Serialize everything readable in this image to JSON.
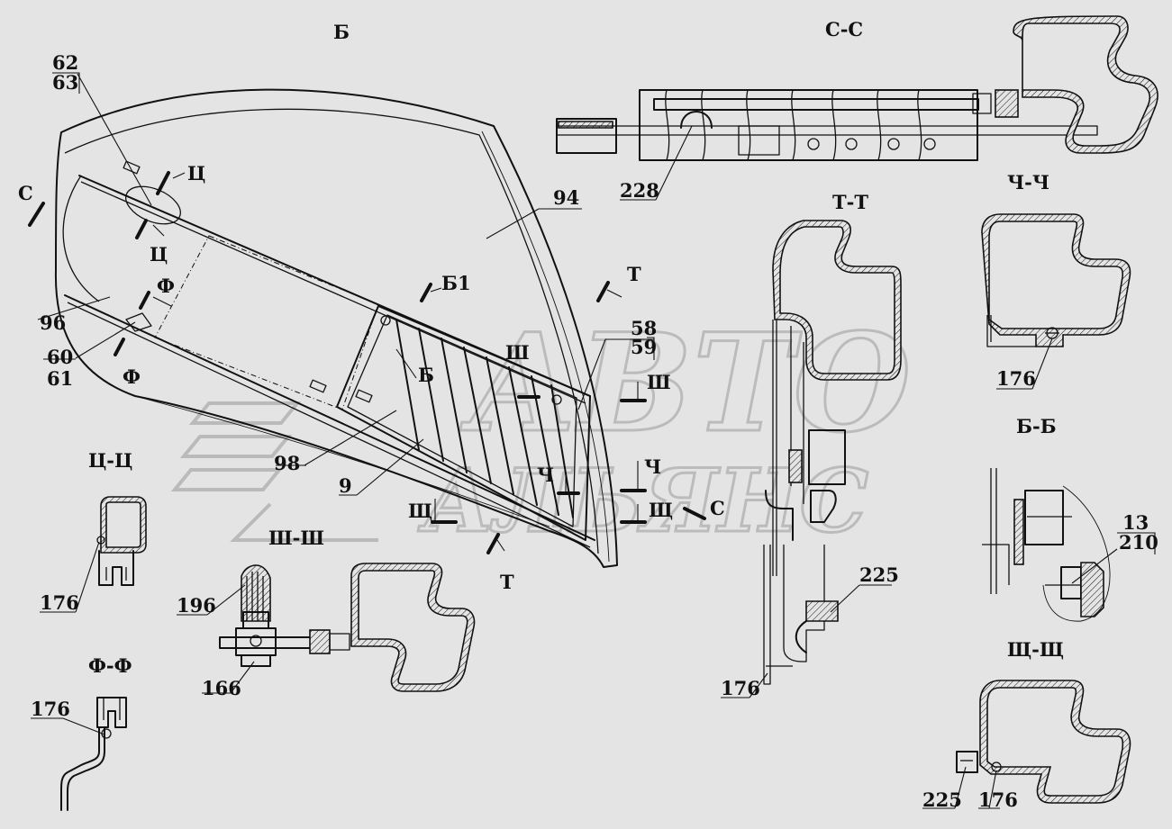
{
  "watermark": {
    "line1": "АВТО",
    "line2": "АЛЬЯНС"
  },
  "views": {
    "main": "Б",
    "cc": "С-С",
    "tt": "Т-Т",
    "chch": "Ч-Ч",
    "bb": "Б-Б",
    "tsts": "Ц-Ц",
    "shsh": "Ш-Ш",
    "ff": "Ф-Ф",
    "shchshch": "Щ-Щ"
  },
  "cut_labels": {
    "ts_top": "Ц",
    "ts_bottom": "Ц",
    "c_left": "С",
    "c_right": "С",
    "f_top": "Ф",
    "f_bottom": "Ф",
    "b1": "Б1",
    "b": "Б",
    "t_top": "Т",
    "t_bottom": "Т",
    "sh_left": "Ш",
    "sh_right": "Ш",
    "ch_left": "Ч",
    "ch_right": "Ч",
    "shch_left": "Щ",
    "shch_right": "Щ"
  },
  "parts": {
    "p62": "62",
    "p63": "63",
    "p60": "60",
    "p61": "61",
    "p96": "96",
    "p94": "94",
    "p98": "98",
    "p9": "9",
    "p58": "58",
    "p59": "59",
    "p228": "228",
    "p176_chch": "176",
    "p176_tsts": "176",
    "p176_ff": "176",
    "p176_tt": "176",
    "p176_shchshch": "176",
    "p196": "196",
    "p166": "166",
    "p225_tt": "225",
    "p225_shchshch": "225",
    "p13": "13",
    "p210": "210"
  }
}
